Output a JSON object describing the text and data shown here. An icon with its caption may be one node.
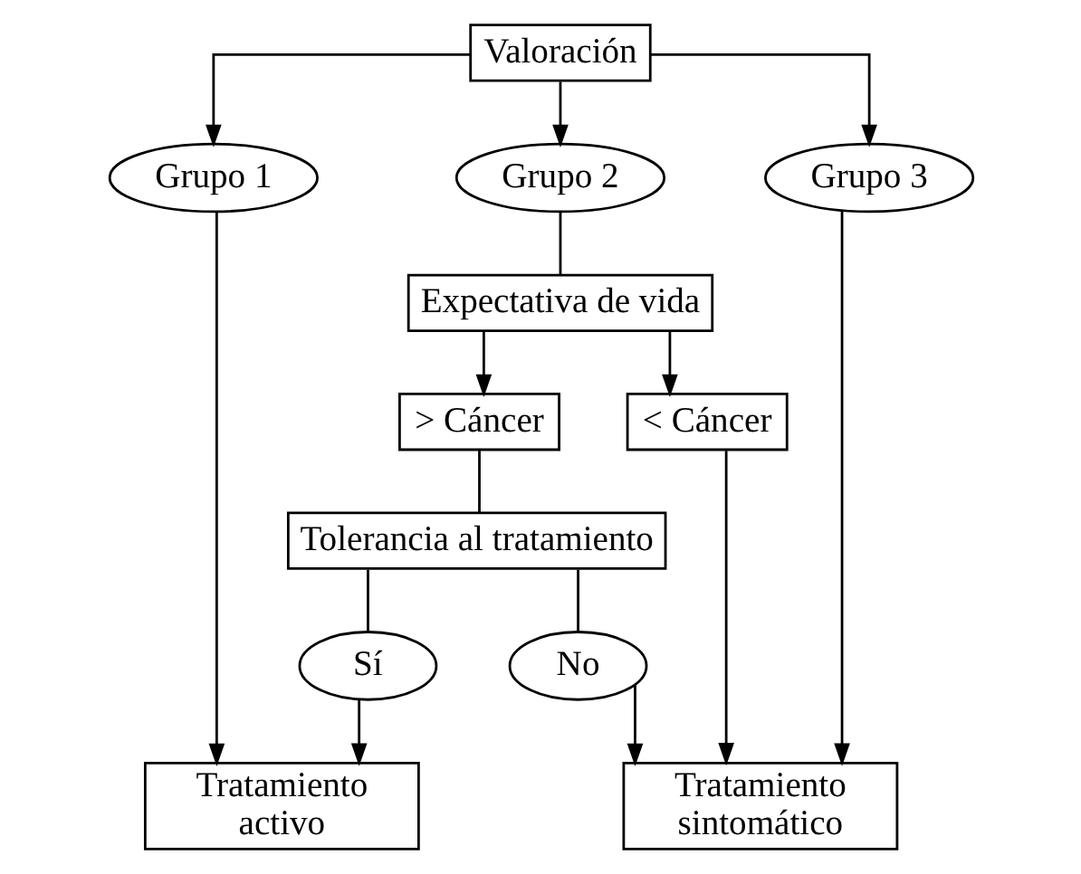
{
  "diagram": {
    "nodes": [
      {
        "text": [
          "Valoración"
        ]
      },
      {
        "text": [
          "Grupo 1"
        ]
      },
      {
        "text": [
          "Grupo 2"
        ]
      },
      {
        "text": [
          "Grupo 3"
        ]
      },
      {
        "text": [
          "Expectativa de vida"
        ]
      },
      {
        "text": [
          "> Cáncer"
        ]
      },
      {
        "text": [
          "< Cáncer"
        ]
      },
      {
        "text": [
          "Tolerancia al tratamiento"
        ]
      },
      {
        "text": [
          "Sí"
        ]
      },
      {
        "text": [
          "No"
        ]
      },
      {
        "text": [
          "Tratamiento activo"
        ]
      },
      {
        "text": [
          "Tratamiento sintomático"
        ]
      }
    ],
    "edges": [
      {
        "from": 0,
        "to": 1,
        "arrow": "to"
      },
      {
        "from": 0,
        "to": 2,
        "arrow": "to"
      },
      {
        "from": 0,
        "to": 3,
        "arrow": "to"
      },
      {
        "from": 2,
        "to": 4,
        "arrow": "none"
      },
      {
        "from": 4,
        "to": 5,
        "arrow": "to"
      },
      {
        "from": 4,
        "to": 6,
        "arrow": "to"
      },
      {
        "from": 5,
        "to": 7,
        "arrow": "none"
      },
      {
        "from": 7,
        "to": 8,
        "arrow": "none"
      },
      {
        "from": 7,
        "to": 9,
        "arrow": "none"
      },
      {
        "from": 1,
        "to": 10,
        "arrow": "to"
      },
      {
        "from": 8,
        "to": 10,
        "arrow": "to"
      },
      {
        "from": 9,
        "to": 11,
        "arrow": "to"
      },
      {
        "from": 6,
        "to": 11,
        "arrow": "to"
      },
      {
        "from": 3,
        "to": 11,
        "arrow": "to"
      }
    ]
  }
}
